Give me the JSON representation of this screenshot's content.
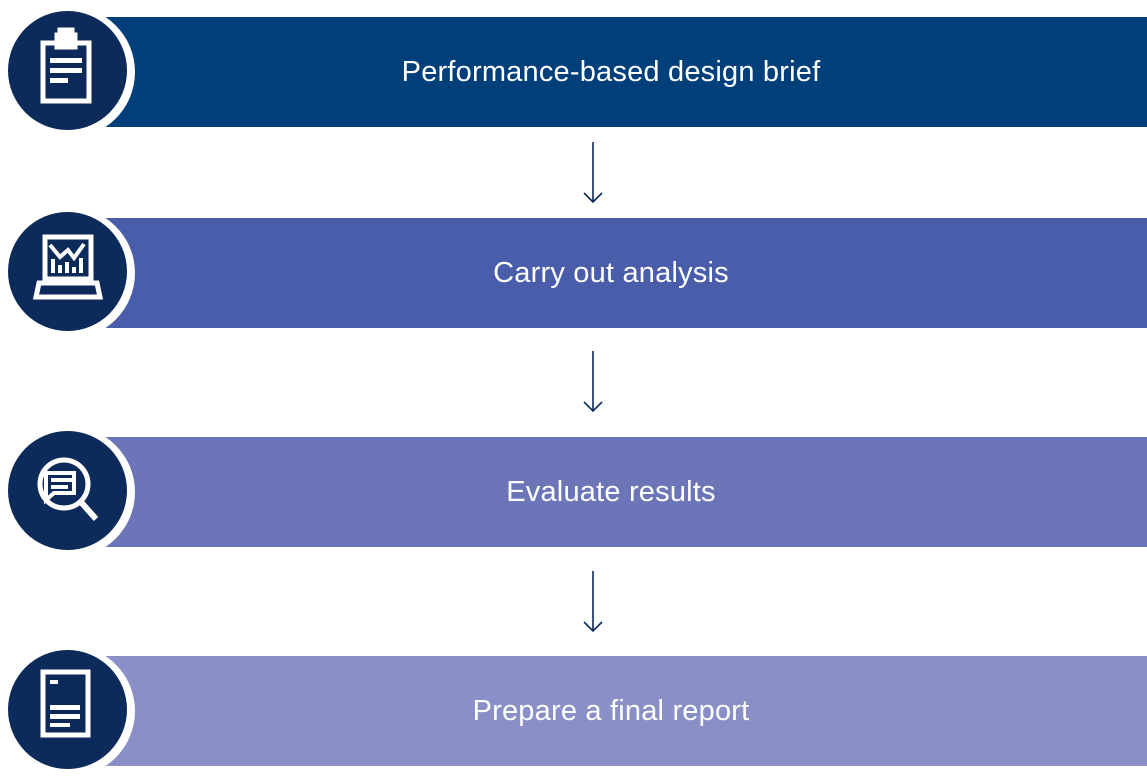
{
  "steps": [
    {
      "label": "Performance-based design brief",
      "icon": "clipboard-icon",
      "color": "#003f7a"
    },
    {
      "label": "Carry out analysis",
      "icon": "laptop-chart-icon",
      "color": "#4a5daa"
    },
    {
      "label": "Evaluate results",
      "icon": "magnifier-document-icon",
      "color": "#6b75b8"
    },
    {
      "label": "Prepare a final report",
      "icon": "report-document-icon",
      "color": "#8a8fc7"
    }
  ],
  "colors": {
    "icon_circle": "#0c2a5a",
    "arrow": "#0c2a5a",
    "background": "#ffffff"
  }
}
